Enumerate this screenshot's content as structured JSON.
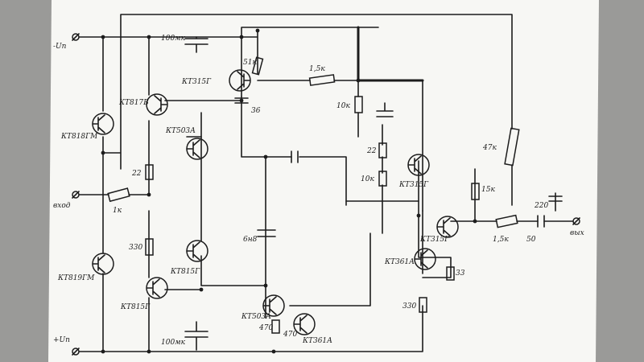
{
  "diagram": {
    "terminals": {
      "minus_supply": "-Uп",
      "plus_supply": "+Uп",
      "input": "вход",
      "output": "вых"
    },
    "transistors": {
      "q_top_left": "КТ818ГМ",
      "q_bot_left": "КТ819ГМ",
      "q_upper_mid": "КТ817В",
      "q_lower_mid": "КТ815Г",
      "q_center_upper": "КТ503А",
      "q_center_lower": "КТ815Г",
      "q_top_right": "КТ315Г",
      "q_bot_center_a": "КТ503А",
      "q_bot_center_b": "КТ361А",
      "q_mid_right": "КТ361А",
      "q_lower_right": "КТ315Г",
      "q_output_right": "КТ315Г"
    },
    "components": {
      "c_top": "100мк",
      "c_bottom": "100мк",
      "r_top": "51к",
      "r_top_series": "1,5к",
      "c_small_top": "36",
      "r_10k_top": "10к",
      "r_22_mid": "22",
      "r_10k_mid": "10к",
      "r_15k": "15к",
      "r_47k": "47к",
      "r_1k_in": "1к",
      "r_22_left": "22",
      "r_330_left": "330",
      "c_big_mid": "6н8",
      "r_470": "470",
      "r_470b": "470",
      "r_33_right": "33",
      "r_330_right": "330",
      "r_out": "1,5к",
      "c_out_label": "50",
      "c_out_small": "220"
    }
  }
}
